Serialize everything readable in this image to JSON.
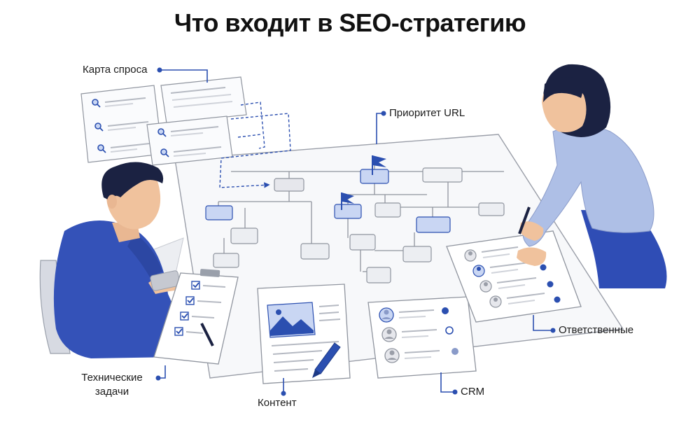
{
  "title": "Что входит в SEO-стратегию",
  "labels": {
    "demand_map": "Карта спроса",
    "url_priority": "Приоритет URL",
    "responsible": "Ответственные",
    "tech_tasks_line1": "Технические",
    "tech_tasks_line2": "задачи",
    "content": "Контент",
    "crm": "CRM"
  },
  "colors": {
    "accent": "#2b4fb0",
    "accent_light": "#c9d6f3",
    "node_fill": "#e8e9ee",
    "line": "#8f949e",
    "text": "#111111"
  },
  "icons": [
    "search-icon",
    "flag-icon",
    "image-icon",
    "pen-icon",
    "user-icon",
    "checkbox-icon"
  ]
}
